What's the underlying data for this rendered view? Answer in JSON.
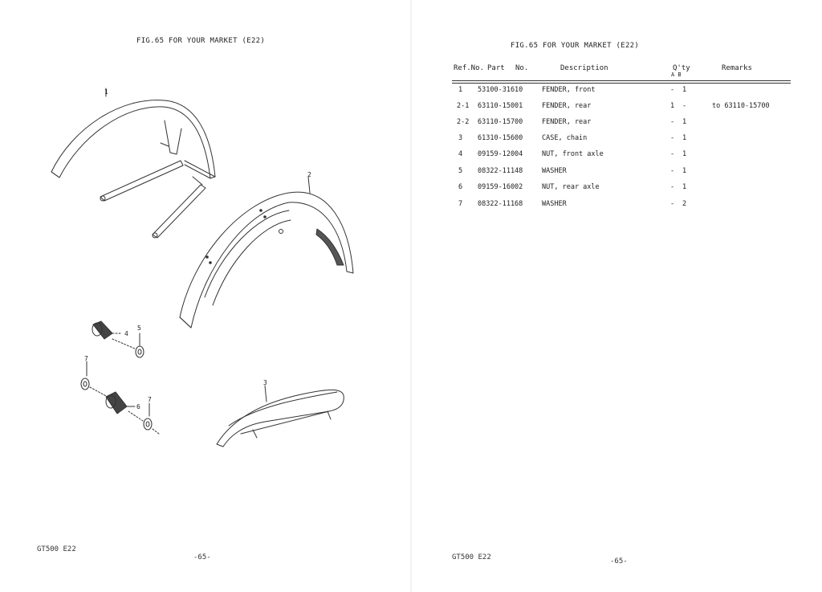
{
  "left_page": {
    "fig_title": "FIG.65  FOR YOUR MARKET (E22)",
    "footer_model": "GT500 E22",
    "footer_page": "-65-",
    "callouts": [
      "1",
      "2",
      "3",
      "4",
      "5",
      "6",
      "7",
      "7"
    ]
  },
  "right_page": {
    "fig_title": "FIG.65  FOR YOUR MARKET (E22)",
    "footer_model": "GT500 E22",
    "footer_page": "-65-",
    "table": {
      "headers": {
        "ref_no": "Ref.No.",
        "part": "Part",
        "no": "No.",
        "description": "Description",
        "qty": "Q'ty",
        "qty_ab": "A  B",
        "remarks": "Remarks"
      },
      "rows": [
        {
          "ref": "1",
          "part_no": "53100-31610",
          "description": "FENDER, front",
          "qty_a": "-",
          "qty_b": "1",
          "remarks": ""
        },
        {
          "ref": "2-1",
          "part_no": "63110-15001",
          "description": "FENDER, rear",
          "qty_a": "1",
          "qty_b": "-",
          "remarks": "to 63110-15700"
        },
        {
          "ref": "2-2",
          "part_no": "63110-15700",
          "description": "FENDER, rear",
          "qty_a": "-",
          "qty_b": "1",
          "remarks": ""
        },
        {
          "ref": "3",
          "part_no": "61310-15600",
          "description": "CASE, chain",
          "qty_a": "-",
          "qty_b": "1",
          "remarks": ""
        },
        {
          "ref": "4",
          "part_no": "09159-12004",
          "description": "NUT, front axle",
          "qty_a": "-",
          "qty_b": "1",
          "remarks": ""
        },
        {
          "ref": "5",
          "part_no": "08322-11148",
          "description": "WASHER",
          "qty_a": "-",
          "qty_b": "1",
          "remarks": ""
        },
        {
          "ref": "6",
          "part_no": "09159-16002",
          "description": "NUT, rear axle",
          "qty_a": "-",
          "qty_b": "1",
          "remarks": ""
        },
        {
          "ref": "7",
          "part_no": "08322-11168",
          "description": "WASHER",
          "qty_a": "-",
          "qty_b": "2",
          "remarks": ""
        }
      ]
    }
  }
}
